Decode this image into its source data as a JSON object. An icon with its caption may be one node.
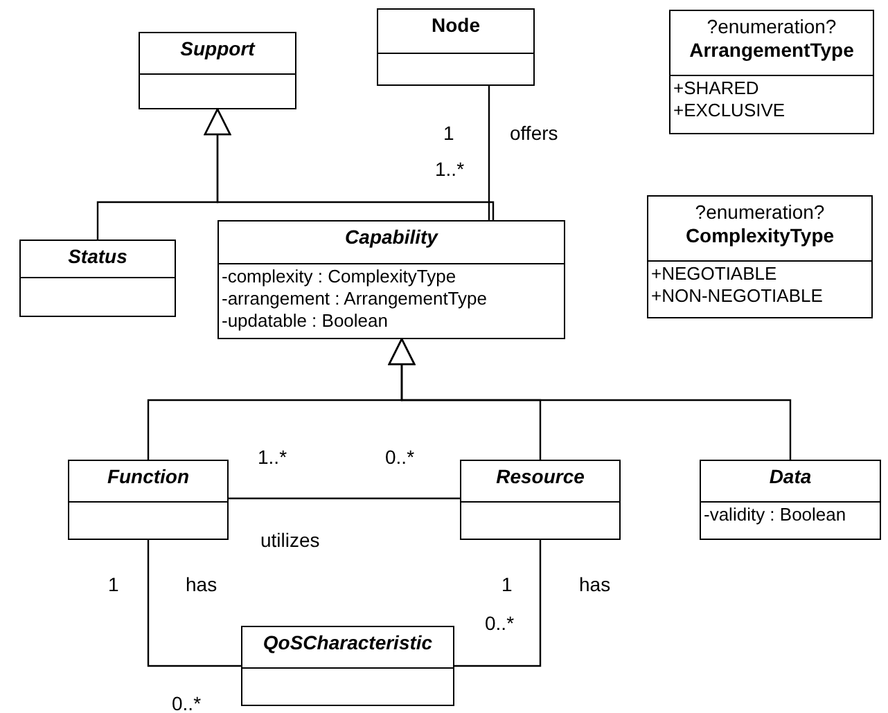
{
  "diagram": {
    "nodes": [
      {
        "text": [
          "Support"
        ]
      },
      {
        "text": [
          "Node"
        ]
      },
      {
        "text": [
          "?enumeration?",
          "ArrangementType",
          "+SHARED",
          "+EXCLUSIVE"
        ]
      },
      {
        "text": [
          "Status"
        ]
      },
      {
        "text": [
          "Capability",
          "-complexity : ComplexityType",
          "-arrangement : ArrangementType",
          "-updatable : Boolean"
        ]
      },
      {
        "text": [
          "?enumeration?",
          "ComplexityType",
          "+NEGOTIABLE",
          "+NON-NEGOTIABLE"
        ]
      },
      {
        "text": [
          "Function"
        ]
      },
      {
        "text": [
          "Resource"
        ]
      },
      {
        "text": [
          "Data",
          "-validity : Boolean"
        ]
      },
      {
        "text": [
          "QoSCharacteristic"
        ]
      }
    ],
    "edges": [
      {
        "from": 3,
        "to": 0,
        "arrow": "to"
      },
      {
        "from": 4,
        "to": 0,
        "arrow": "to"
      },
      {
        "from": 1,
        "to": 4,
        "arrow": "none",
        "label": "offers"
      },
      {
        "from": 6,
        "to": 4,
        "arrow": "to"
      },
      {
        "from": 7,
        "to": 4,
        "arrow": "to"
      },
      {
        "from": 8,
        "to": 4,
        "arrow": "to"
      },
      {
        "from": 6,
        "to": 7,
        "arrow": "none",
        "label": "utilizes"
      },
      {
        "from": 6,
        "to": 9,
        "arrow": "none",
        "label": "has"
      },
      {
        "from": 7,
        "to": 9,
        "arrow": "none",
        "label": "has"
      }
    ],
    "labels": [
      "1",
      "1..*",
      "1..*",
      "0..*",
      "1",
      "1",
      "0..*",
      "0..*"
    ]
  }
}
